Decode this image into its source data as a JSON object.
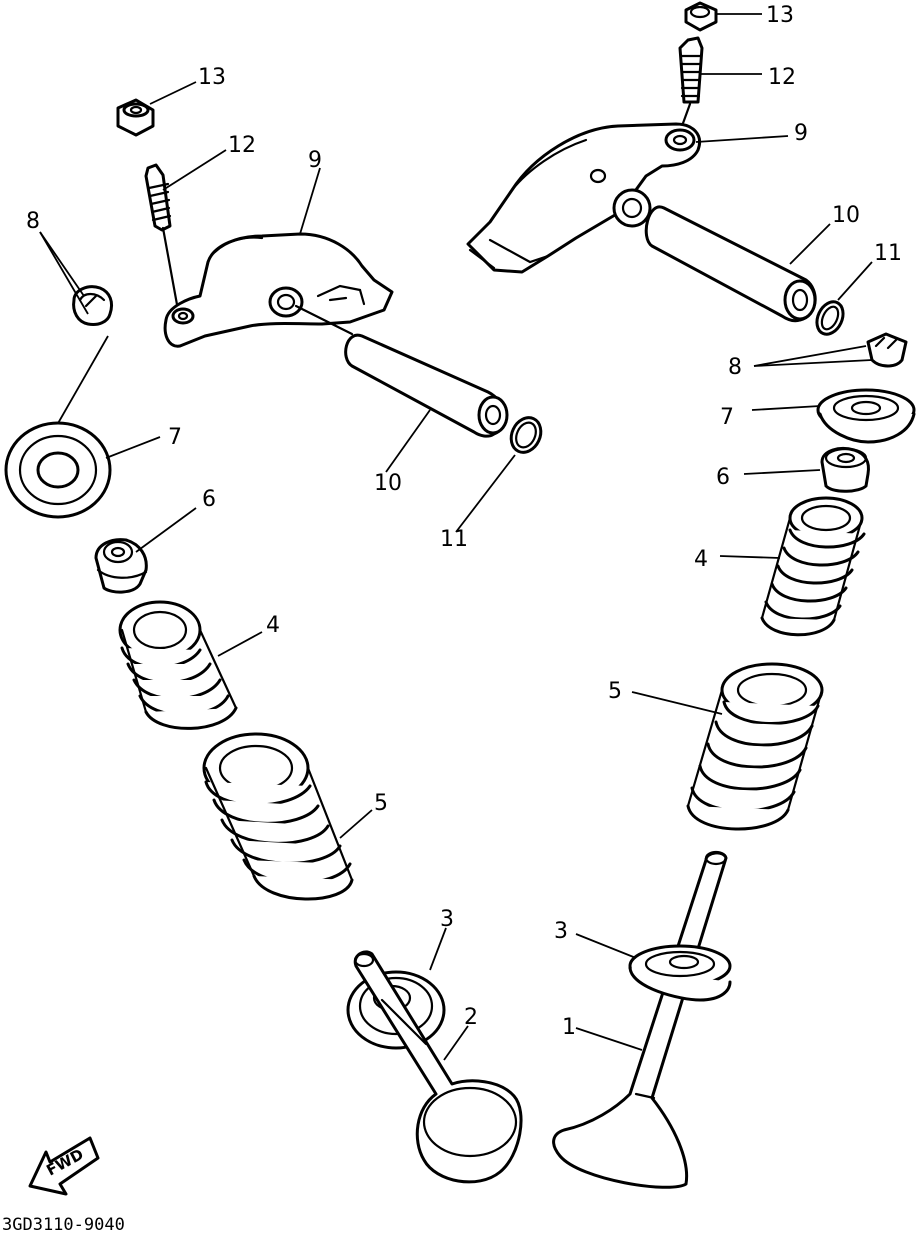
{
  "diagram": {
    "drawing_code": "3GD3110-9040",
    "direction_label": "FWD",
    "callouts": [
      {
        "id": "c13-left",
        "text": "13"
      },
      {
        "id": "c12-left",
        "text": "12"
      },
      {
        "id": "c9-left",
        "text": "9"
      },
      {
        "id": "c8-left",
        "text": "8"
      },
      {
        "id": "c7-left",
        "text": "7"
      },
      {
        "id": "c10-left",
        "text": "10"
      },
      {
        "id": "c11-left",
        "text": "11"
      },
      {
        "id": "c6-left",
        "text": "6"
      },
      {
        "id": "c4-left",
        "text": "4"
      },
      {
        "id": "c5-left",
        "text": "5"
      },
      {
        "id": "c3-left",
        "text": "3"
      },
      {
        "id": "c2",
        "text": "2"
      },
      {
        "id": "c13-right",
        "text": "13"
      },
      {
        "id": "c12-right",
        "text": "12"
      },
      {
        "id": "c9-right",
        "text": "9"
      },
      {
        "id": "c10-right",
        "text": "10"
      },
      {
        "id": "c11-right",
        "text": "11"
      },
      {
        "id": "c8-right",
        "text": "8"
      },
      {
        "id": "c7-right",
        "text": "7"
      },
      {
        "id": "c6-right",
        "text": "6"
      },
      {
        "id": "c4-right",
        "text": "4"
      },
      {
        "id": "c5-right",
        "text": "5"
      },
      {
        "id": "c3-right",
        "text": "3"
      },
      {
        "id": "c1",
        "text": "1"
      }
    ]
  }
}
